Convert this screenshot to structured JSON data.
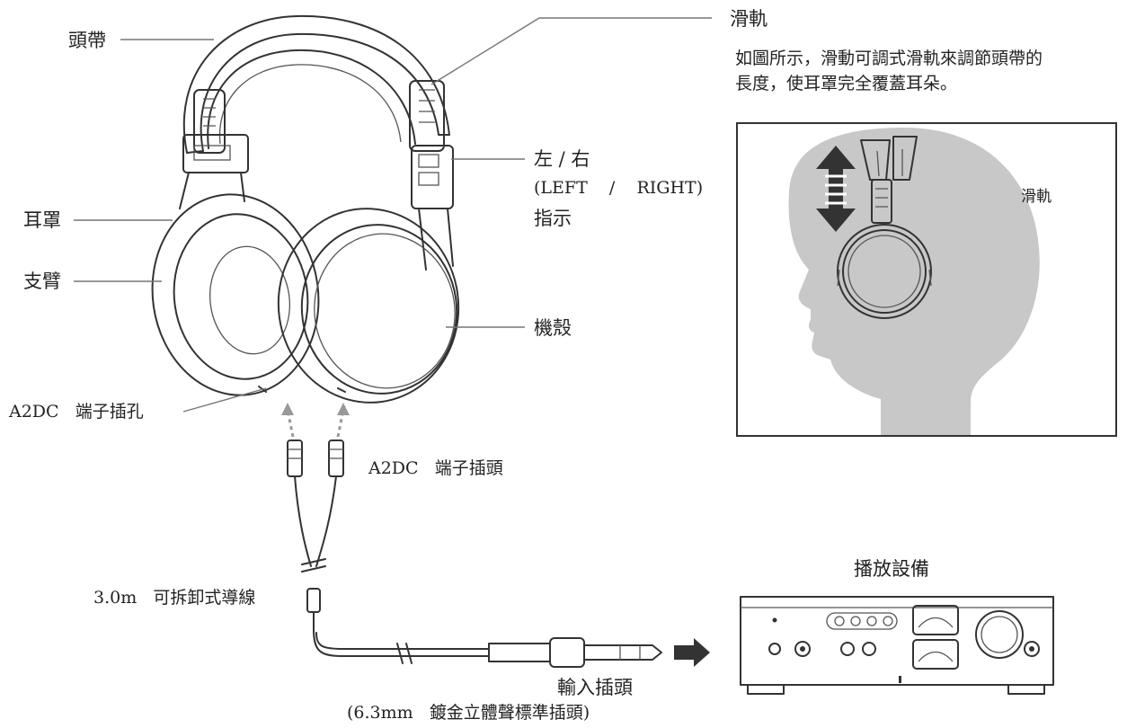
{
  "labels": {
    "headband": "頭帶",
    "slider_top": "滑軌",
    "slider_description_line1": "如圖所示，滑動可調式滑軌來調節頭帶的",
    "slider_description_line2": "長度，使耳罩完全覆蓋耳朵。",
    "lr_line1": "左 / 右",
    "lr_line2": "(LEFT    /    RIGHT)",
    "lr_line3": "指示",
    "earpad": "耳罩",
    "arm": "支臂",
    "housing": "機殼",
    "a2dc_jack": "A2DC   端子插孔",
    "a2dc_plug": "A2DC   端子插頭",
    "cable": "3.0m   可拆卸式導線",
    "playback_device": "播放設備",
    "input_plug": "輸入插頭",
    "input_plug_detail": "(6.3mm   鍍金立體聲標準插頭)",
    "inset_slider": "滑軌"
  },
  "colors": {
    "line": "#333333",
    "head_silhouette": "#c8c8c8",
    "arrow": "#333333",
    "dashed_arrow": "#999999"
  },
  "icons": {
    "headphones": "headphones-illustration",
    "head": "head-silhouette",
    "amplifier": "headphone-amplifier-illustration"
  }
}
